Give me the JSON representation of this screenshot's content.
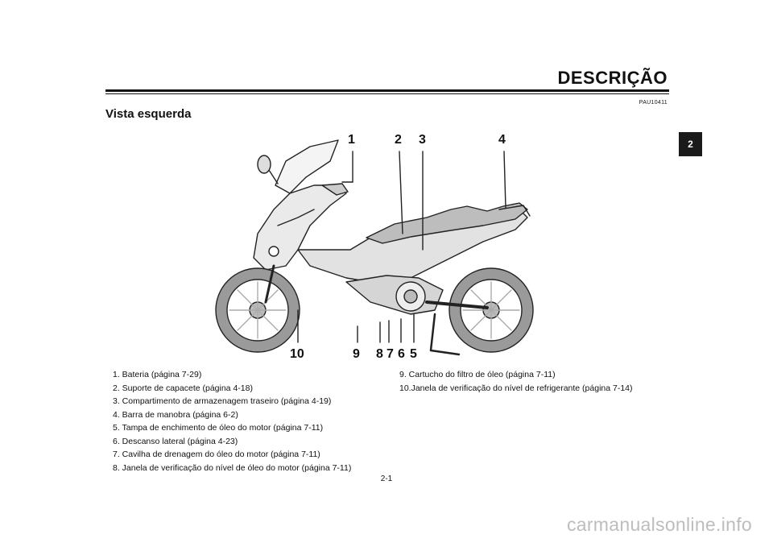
{
  "header": {
    "title": "DESCRIÇÃO",
    "doc_code": "PAU10411"
  },
  "section": {
    "title": "Vista esquerda"
  },
  "chapter_tab": {
    "label": "2"
  },
  "figure": {
    "callouts_top": [
      "1",
      "2",
      "3",
      "4"
    ],
    "callouts_bottom": [
      "10",
      "9",
      "8",
      "7",
      "6",
      "5"
    ]
  },
  "parts_left": [
    "1.  Bateria (página 7-29)",
    "2.  Suporte de capacete (página 4-18)",
    "3.  Compartimento de armazenagem traseiro (página 4-19)",
    "4.  Barra de manobra (página 6-2)",
    "5.  Tampa de enchimento de óleo do motor (página 7-11)",
    "6.  Descanso lateral (página 4-23)",
    "7.  Cavilha de drenagem do óleo do motor (página 7-11)",
    "8.  Janela de verificação do nível de óleo do motor (página 7-11)"
  ],
  "parts_right": [
    "9.  Cartucho do filtro de óleo (página 7-11)",
    "10.Janela de verificação do nível de refrigerante (página 7-14)"
  ],
  "footer": {
    "page_number": "2-1",
    "watermark": "carmanualsonline.info"
  }
}
